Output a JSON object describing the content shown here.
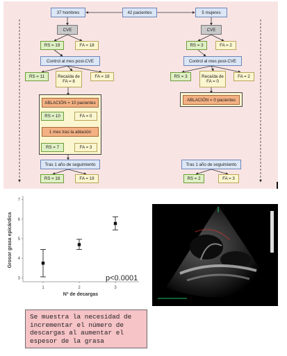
{
  "flow": {
    "top_left": "37 hombres",
    "top_center": "42 pacientes",
    "top_right": "5 mujeres",
    "left": {
      "cve": "CVE",
      "rs1": "RS = 19",
      "fa1": "FA = 18",
      "control": "Control al mes post-CVE",
      "rs2": "RS = 11",
      "recaida": "Recaída de FA = 8",
      "fa2": "FA = 18",
      "ablacion": "ABLACIÓN = 10 pacientes",
      "rs3": "RS = 10",
      "fa3": "FA = 0",
      "mes": "1 mes tras la ablación",
      "rs4": "RS = 7",
      "fa4": "FA = 3",
      "seguimiento": "Tras 1 año de seguimiento",
      "rs5": "RS = 18",
      "fa5": "FA = 19"
    },
    "right": {
      "cve": "CVE",
      "rs1": "RS = 3",
      "fa1": "FA = 2",
      "control": "Control al mes post-CVE",
      "rs2": "RS = 3",
      "recaida": "Recaída de FA = 0",
      "fa2": "FA = 2",
      "ablacion": "ABLACIÓN = 0 pacientes",
      "seguimiento": "Tras 1 año de seguimiento",
      "rs5": "RS = 2",
      "fa5": "FA = 3"
    }
  },
  "chart_data": {
    "type": "scatter",
    "xlabel": "Nº de decargas",
    "ylabel": "Grosor grasa epicárdica",
    "x": [
      1,
      2,
      3
    ],
    "y": [
      3.75,
      4.7,
      5.78
    ],
    "y_low": [
      3.05,
      4.45,
      5.45
    ],
    "y_high": [
      4.45,
      4.97,
      6.12
    ],
    "xticks": [
      "1",
      "2",
      "3"
    ],
    "yticks": [
      "3",
      "4",
      "5",
      "6",
      "7"
    ],
    "ylim": [
      2.8,
      7.2
    ],
    "annotation": "p<0.0001"
  },
  "note": {
    "text": "Se muestra la necesidad de incrementar el número de descargas al aumentar el espesor de la grasa"
  }
}
